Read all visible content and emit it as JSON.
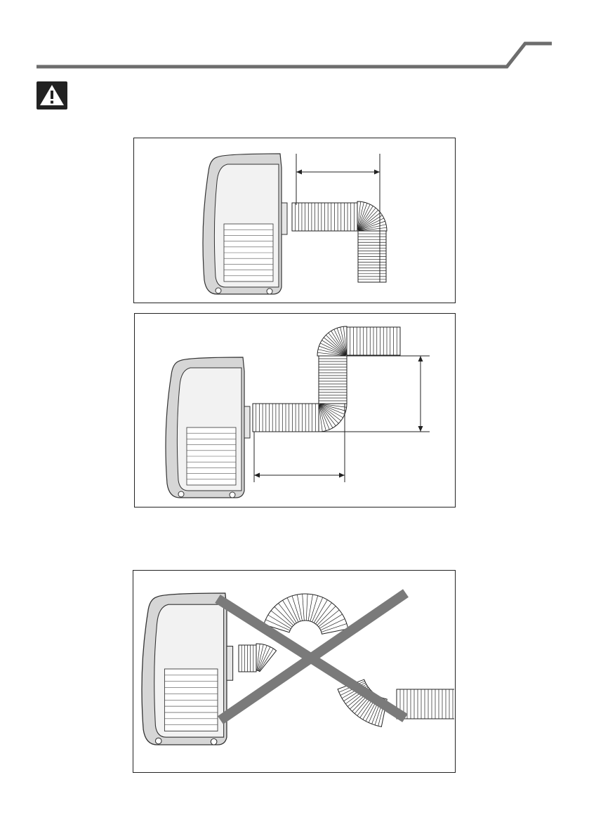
{
  "page": {
    "header_rule_color": "#6d6d6d",
    "warning_icon": "warning-triangle-icon"
  },
  "figures": [
    {
      "name": "figure-correct-short-hose",
      "status": "correct"
    },
    {
      "name": "figure-correct-raised-hose",
      "status": "correct"
    },
    {
      "name": "figure-incorrect-looped-hose",
      "status": "incorrect",
      "cross_color": "#7a7a7a"
    }
  ]
}
